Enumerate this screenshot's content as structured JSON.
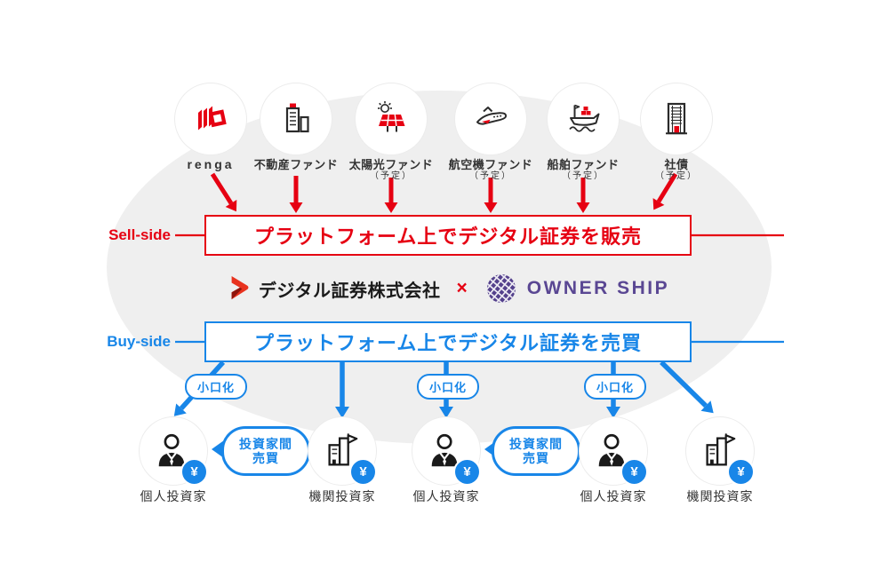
{
  "diagram": {
    "background": {
      "ellipse_color": "#EFEFEF"
    },
    "colors": {
      "red": "#E60012",
      "blue": "#1886E8",
      "purple": "#54418C",
      "dark": "#1A1A1A"
    },
    "assets": [
      {
        "name": "renga",
        "note": "",
        "icon": "renga-logo-icon"
      },
      {
        "name": "不動産ファンド",
        "note": "",
        "icon": "real-estate-building-icon"
      },
      {
        "name": "太陽光ファンド",
        "note": "（予定）",
        "icon": "solar-panel-icon"
      },
      {
        "name": "航空機ファンド",
        "note": "（予定）",
        "icon": "aircraft-icon"
      },
      {
        "name": "船舶ファンド",
        "note": "（予定）",
        "icon": "cargo-ship-icon"
      },
      {
        "name": "社債",
        "note": "（予定）",
        "icon": "office-building-icon"
      }
    ],
    "sell_side": {
      "label": "Sell-side",
      "box_text": "プラットフォーム上でデジタル証券を販売"
    },
    "platform": {
      "company": "デジタル証券株式会社",
      "separator": "×",
      "partner": "OWNER SHIP",
      "company_icon": "digital-securities-logo-icon",
      "partner_icon": "ownership-globe-icon"
    },
    "buy_side": {
      "label": "Buy-side",
      "box_text": "プラットフォーム上でデジタル証券を売買"
    },
    "fractionalization_label": "小口化",
    "investor_trade": {
      "line1": "投資家間",
      "line2": "売買"
    },
    "yen_badge": "¥",
    "investors": [
      {
        "label": "個人投資家",
        "type": "individual",
        "icon": "individual-investor-icon"
      },
      {
        "label": "機関投資家",
        "type": "institutional",
        "icon": "institutional-investor-icon"
      },
      {
        "label": "個人投資家",
        "type": "individual",
        "icon": "individual-investor-icon"
      },
      {
        "label": "個人投資家",
        "type": "individual",
        "icon": "individual-investor-icon"
      },
      {
        "label": "機関投資家",
        "type": "institutional",
        "icon": "institutional-investor-icon"
      }
    ]
  }
}
